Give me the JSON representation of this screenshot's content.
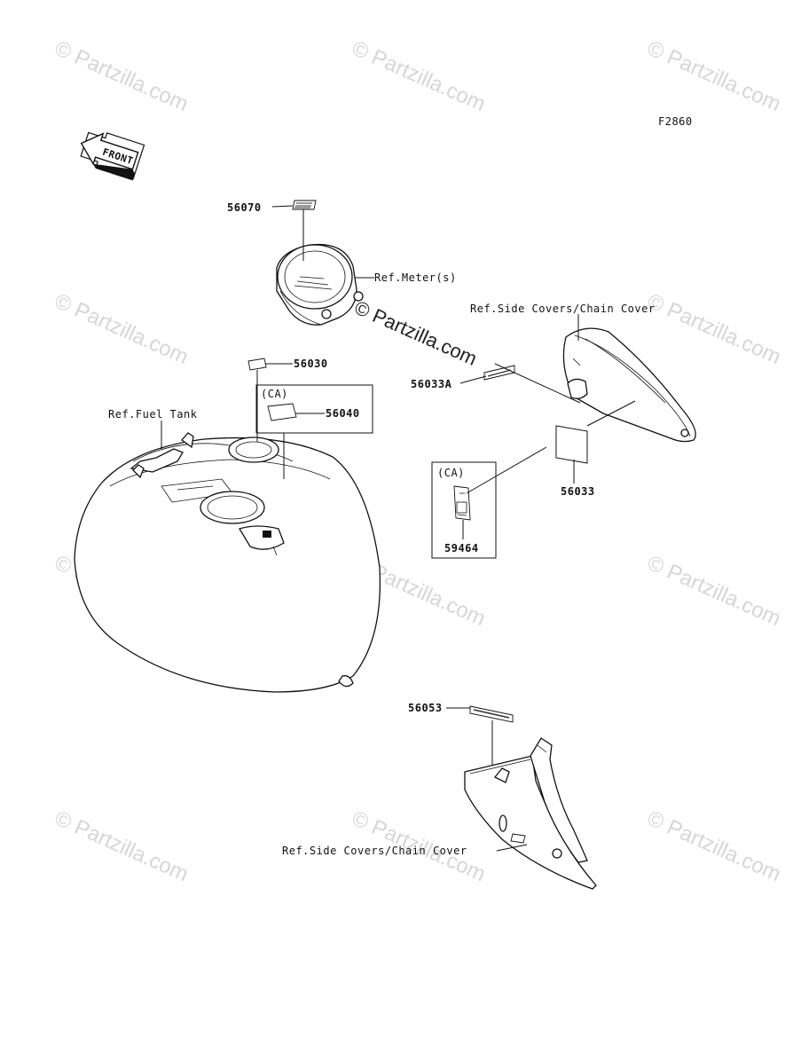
{
  "figure_code": "F2860",
  "front_arrow": "FRONT",
  "watermark_text": "© Partzilla.com",
  "center_watermark": "© Partzilla.com",
  "labels": {
    "meter_part": "56070",
    "meter_ref": "Ref.Meter(s)",
    "side_cover_ref_top": "Ref.Side Covers/Chain Cover",
    "cap_label_part": "56030",
    "ca_tag_1": "(CA)",
    "ca_label_part": "56040",
    "fuel_tank_ref": "Ref.Fuel Tank",
    "cover_label_a": "56033A",
    "cover_label": "56033",
    "ca_tag_2": "(CA)",
    "ca_box_part": "59464",
    "chain_label_part": "56053",
    "side_cover_ref_bottom": "Ref.Side Covers/Chain Cover"
  }
}
